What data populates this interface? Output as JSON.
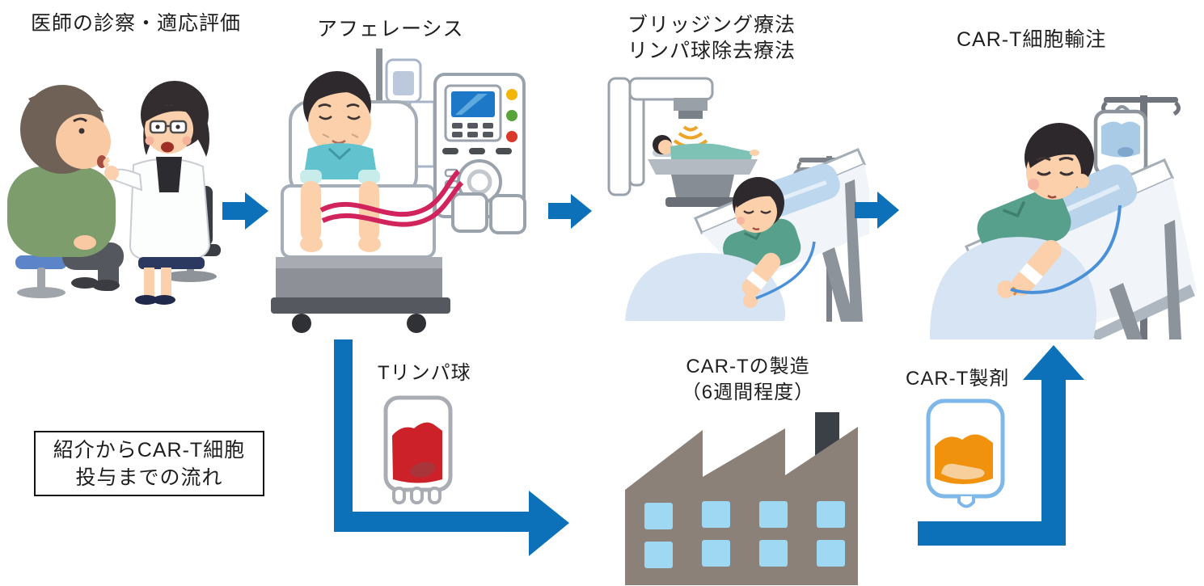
{
  "diagram": {
    "caption": "紹介からCAR-T細胞\n投与までの流れ",
    "stages": [
      {
        "id": "consultation",
        "label": "医師の診察・適応評価",
        "icon": "doctor-consultation-illustration"
      },
      {
        "id": "apheresis",
        "label": "アフェレーシス",
        "icon": "apheresis-machine-illustration"
      },
      {
        "id": "bridging",
        "label": "ブリッジング療法\nリンパ球除去療法",
        "icon": "radiation-therapy-illustration"
      },
      {
        "id": "infusion",
        "label": "CAR-T細胞輸注",
        "icon": "iv-infusion-patient-illustration"
      }
    ],
    "manufacturing": [
      {
        "id": "t-lymphocytes",
        "label": "Tリンパ球",
        "icon": "blood-bag-icon"
      },
      {
        "id": "factory",
        "label": "CAR-Tの製造\n（6週間程度）",
        "icon": "factory-icon"
      },
      {
        "id": "product",
        "label": "CAR-T製剤",
        "icon": "infusion-bag-icon"
      }
    ],
    "colors": {
      "arrow_blue": "#0d71b9",
      "blood_red": "#cc2128",
      "product_orange": "#f0920e",
      "factory_gray": "#8b8179",
      "window_blue": "#9fd8f2",
      "tube_crimson": "#d1245c",
      "blanket_blue": "#d6e4f4",
      "shirt_green": "#57a08c",
      "shirt_teal": "#62c3ce"
    }
  }
}
